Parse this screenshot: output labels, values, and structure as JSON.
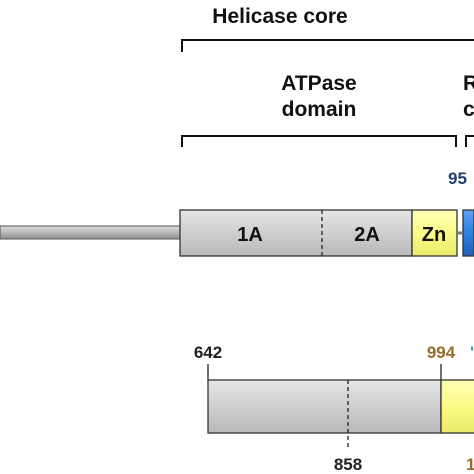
{
  "labels": {
    "helicase_core": "Helicase core",
    "atpase_line1": "ATPase",
    "atpase_line2": "domain",
    "right_cut_line1": "R",
    "right_cut_line2": "c"
  },
  "construct_top": {
    "domains": [
      "1A",
      "2A",
      "Zn"
    ],
    "boundary_label": "95"
  },
  "construct_bottom": {
    "start_label": "642",
    "middle_label": "858",
    "end_label": "994",
    "right_cut_label": "1"
  },
  "colors": {
    "gray_block": "#cdcdcd",
    "yellow_block": "#fcfc8e",
    "blue_block": "#2f7fe0",
    "linker": "#b5b5b5",
    "dark_blue_text": "#1f3f6e",
    "brown_text": "#9a6a2b",
    "teal": "#2aa6a6"
  }
}
